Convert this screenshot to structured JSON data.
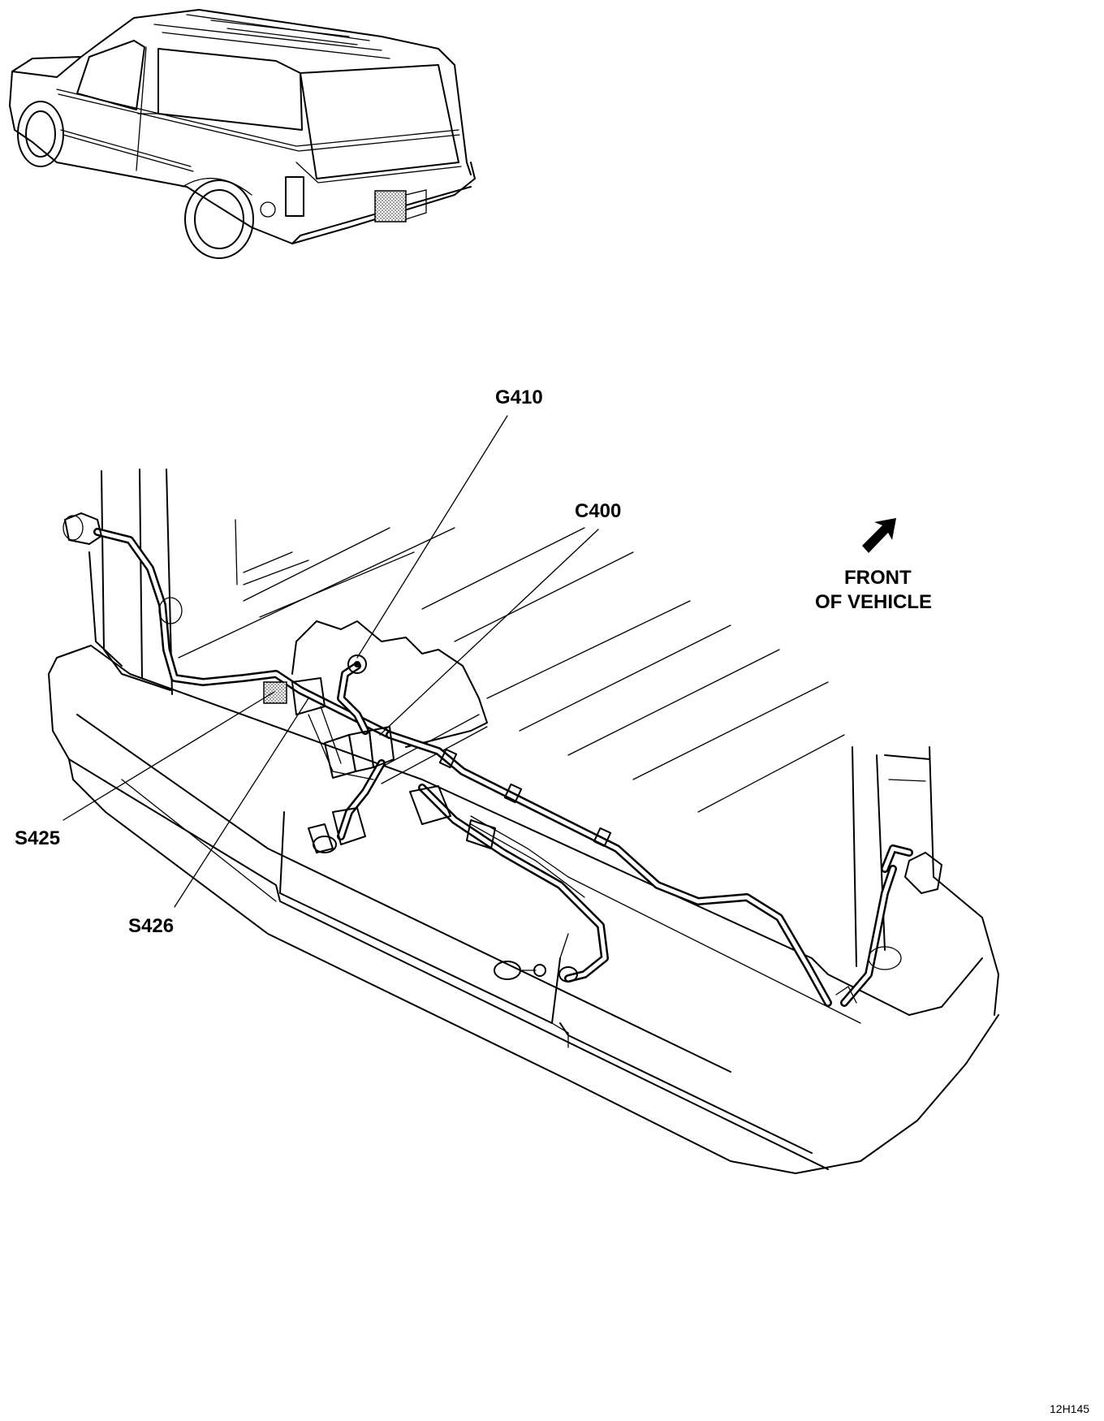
{
  "labels": {
    "g410": "G410",
    "c400": "C400",
    "s425": "S425",
    "s426": "S426",
    "front_line1": "FRONT",
    "front_line2": "OF VEHICLE",
    "figure_id": "12H145"
  },
  "icons": {
    "front_arrow": "arrow-up-right-icon",
    "vehicle_locator": "suv-rear-quarter-view",
    "bumper_assembly": "rear-bumper-wiring-view"
  },
  "colors": {
    "ink": "#000000",
    "paper": "#ffffff",
    "shade": "#9a9a9a"
  }
}
